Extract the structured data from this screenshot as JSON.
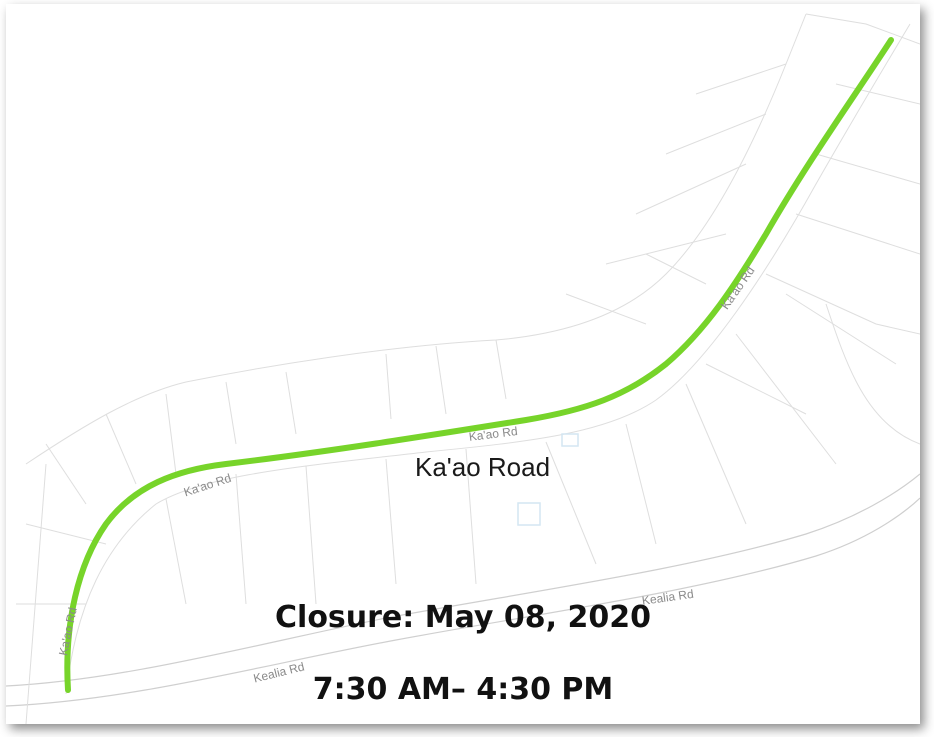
{
  "map": {
    "area_label": "Ka'ao Road",
    "road_labels": {
      "kaao_upper": "Ka'ao Rd",
      "kaao_middle": "Ka'ao Rd",
      "kaao_left": "Ka'ao Rd",
      "kaao_bottom": "Ka'ao Rd",
      "kealia_right": "Kealia Rd",
      "kealia_left": "Kealia Rd"
    },
    "colors": {
      "closure_route": "#77d42a",
      "parcel_lines": "#dcdcdc",
      "road_edges": "#cfcfcf",
      "text": "#111111"
    }
  },
  "closure": {
    "date_text": "Closure: May 08, 2020",
    "time_text": "7:30 AM– 4:30 PM"
  }
}
